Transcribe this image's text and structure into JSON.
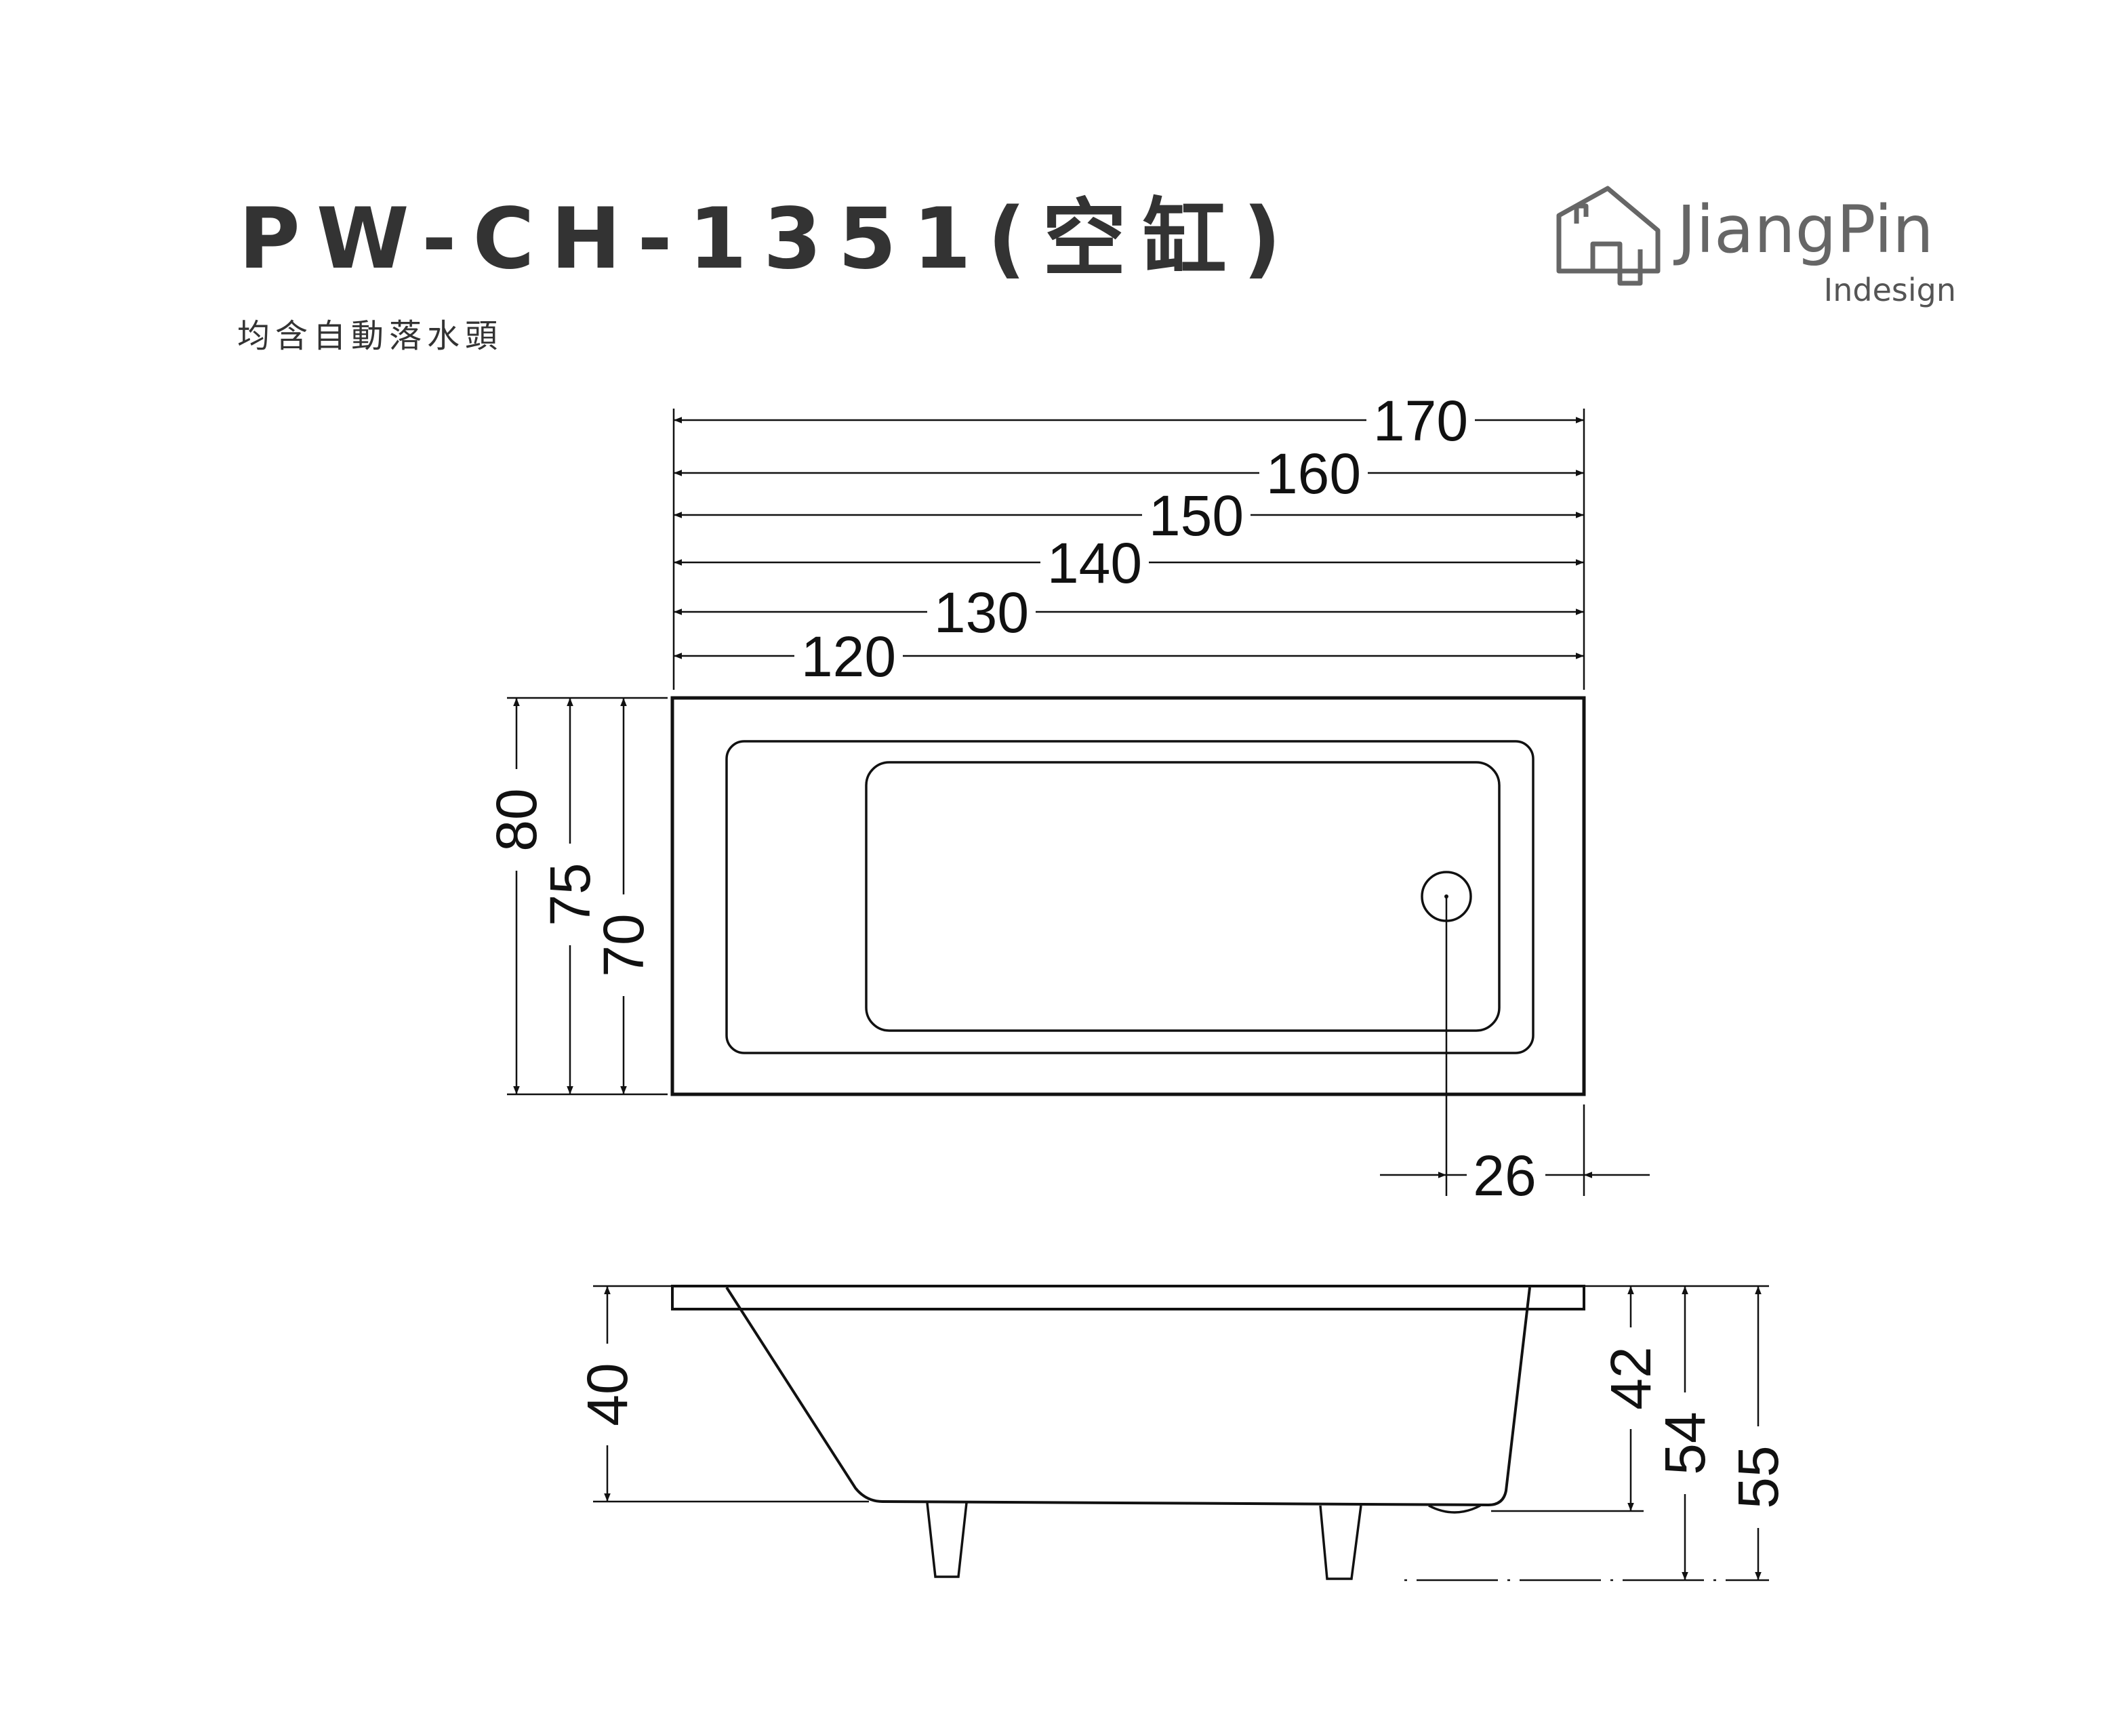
{
  "header": {
    "title": "PW-CH-1351(空缸)",
    "subtitle": "均含自動落水頭"
  },
  "brand": {
    "name": "JiangPin",
    "tagline": "Indesign"
  },
  "colors": {
    "line": "#111111",
    "title": "#333333",
    "logo": "#666666"
  },
  "icons": {
    "logo": "house-icon"
  },
  "plan_view": {
    "lengths": [
      {
        "label": "170"
      },
      {
        "label": "160"
      },
      {
        "label": "150"
      },
      {
        "label": "140"
      },
      {
        "label": "130"
      },
      {
        "label": "120"
      }
    ],
    "widths": [
      {
        "label": "80"
      },
      {
        "label": "75"
      },
      {
        "label": "70"
      }
    ],
    "drain_offset": {
      "label": "26"
    }
  },
  "side_view": {
    "heights_left": [
      {
        "label": "40"
      }
    ],
    "heights_right": [
      {
        "label": "42"
      },
      {
        "label": "54"
      },
      {
        "label": "55"
      }
    ]
  }
}
